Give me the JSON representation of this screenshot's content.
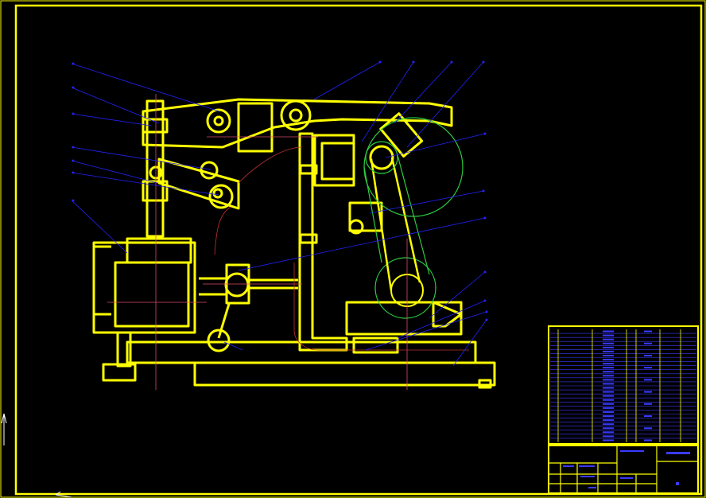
{
  "drawing": {
    "background": "#000000",
    "colors": {
      "outline": "#ffff00",
      "leader": "#2323ff",
      "centerline": "#d84b6c",
      "hidden": "#c03030",
      "phantom": "#2ecc40",
      "title_block": "#ffff00",
      "table_text": "#3a3aff"
    },
    "balloon_count_left": 7,
    "balloon_count_top": 4,
    "balloon_count_right": 8
  },
  "ucs_icon": {
    "icon": "ucs-axis-icon"
  }
}
